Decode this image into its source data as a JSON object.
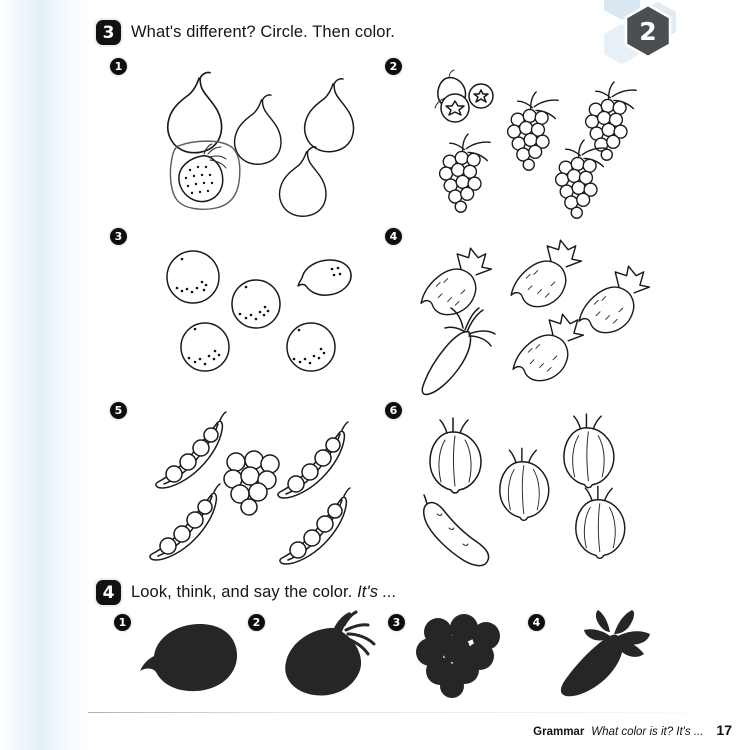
{
  "unit": {
    "number": "2"
  },
  "sections": [
    {
      "number": "3",
      "instruction": "What's different? Circle. Then color.",
      "instruction_italic": "",
      "exercises": [
        {
          "number": "1",
          "items": "4 pears and 1 strawberry",
          "odd_one_out": "strawberry",
          "circled": "strawberry"
        },
        {
          "number": "2",
          "items": "4 raspberries and 1 blueberry bunch",
          "odd_one_out": "blueberries",
          "circled": ""
        },
        {
          "number": "3",
          "items": "4 oranges and 1 lemon",
          "odd_one_out": "lemon",
          "circled": ""
        },
        {
          "number": "4",
          "items": "4 radishes and 1 carrot",
          "odd_one_out": "carrot",
          "circled": ""
        },
        {
          "number": "5",
          "items": "4 pea pods and 1 bunch of grapes",
          "odd_one_out": "grapes",
          "circled": ""
        },
        {
          "number": "6",
          "items": "4 onions and 1 cucumber",
          "odd_one_out": "cucumber",
          "circled": ""
        }
      ]
    },
    {
      "number": "4",
      "instruction": "Look, think, and say the color.",
      "instruction_italic": "It's ...",
      "silhouettes": [
        {
          "number": "1",
          "shape": "lemon"
        },
        {
          "number": "2",
          "shape": "strawberry"
        },
        {
          "number": "3",
          "shape": "grapes"
        },
        {
          "number": "4",
          "shape": "carrot"
        }
      ]
    }
  ],
  "footer": {
    "label": "Grammar",
    "sentence": "What color is it? It's ...",
    "page_number": "17"
  },
  "colors": {
    "ink": "#1a1a1a",
    "silhouette": "#262626",
    "badge": "#0d0d0d",
    "binding": "#e4f0f7",
    "honeycomb": "#c9dce8",
    "unit_badge": "#4a4f52"
  }
}
